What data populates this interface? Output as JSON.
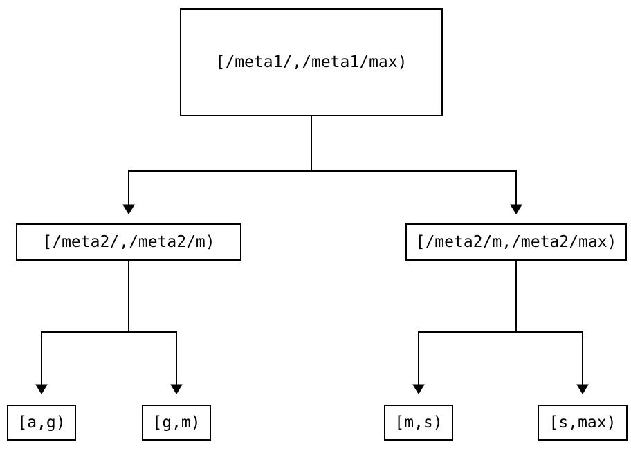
{
  "diagram": {
    "type": "tree",
    "description": "Two-level interval partition tree",
    "colors": {
      "background": "#ffffff",
      "line": "#000000",
      "text": "#000000",
      "node_fill": "#ffffff"
    },
    "nodes": {
      "root": {
        "label": "[/meta1/,/meta1/max)"
      },
      "left": {
        "label": "[/meta2/,/meta2/m)"
      },
      "right": {
        "label": "[/meta2/m,/meta2/max)"
      },
      "leaf1": {
        "label": "[a,g)"
      },
      "leaf2": {
        "label": "[g,m)"
      },
      "leaf3": {
        "label": "[m,s)"
      },
      "leaf4": {
        "label": "[s,max)"
      }
    },
    "edges": [
      {
        "from": "root",
        "to": "left"
      },
      {
        "from": "root",
        "to": "right"
      },
      {
        "from": "left",
        "to": "leaf1"
      },
      {
        "from": "left",
        "to": "leaf2"
      },
      {
        "from": "right",
        "to": "leaf3"
      },
      {
        "from": "right",
        "to": "leaf4"
      }
    ]
  }
}
